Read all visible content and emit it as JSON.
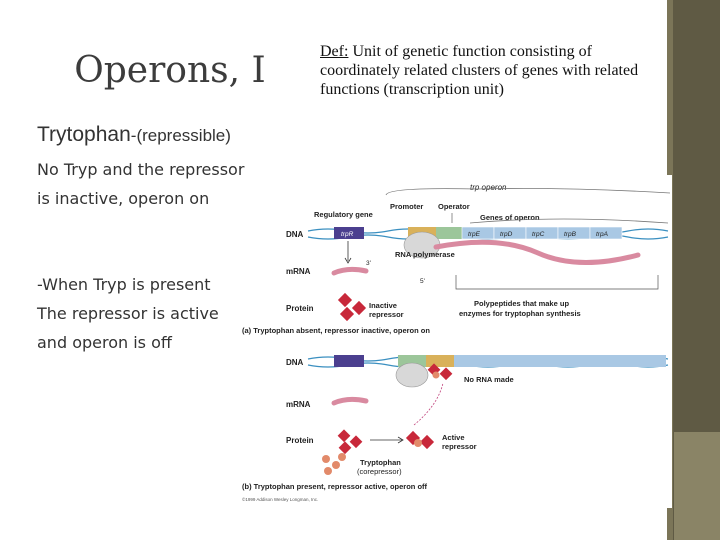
{
  "slide": {
    "title": "Operons, I",
    "definition": {
      "term": "Def:",
      "text": " Unit of genetic function consisting of coordinately related clusters of genes with related functions (transcription unit)"
    },
    "subtitle_main": "Trytophan",
    "subtitle_suffix": "-(repressible)",
    "notes": [
      "No Tryp and the repressor",
      "is inactive, operon on",
      "-When Tryp is present",
      "The repressor is active",
      "and operon is off"
    ]
  },
  "figure": {
    "header": "trp operon",
    "promoter": "Promoter",
    "operator": "Operator",
    "regulatory_gene": "Regulatory gene",
    "genes_of_operon": "Genes of operon",
    "dna": "DNA",
    "genes": [
      "trpR",
      "trpE",
      "trpD",
      "trpC",
      "trpB",
      "trpA"
    ],
    "three_prime": "3'",
    "five_prime": "5'",
    "rna_polymerase": "RNA polymerase",
    "mrna": "mRNA",
    "protein": "Protein",
    "inactive_repressor_1": "Inactive",
    "inactive_repressor_2": "repressor",
    "polypeptides_1": "Polypeptides that make up",
    "polypeptides_2": "enzymes for tryptophan synthesis",
    "caption_a": "(a) Tryptophan absent, repressor inactive, operon on",
    "no_rna_made": "No RNA made",
    "active_repressor_1": "Active",
    "active_repressor_2": "repressor",
    "tryptophan_1": "Tryptophan",
    "tryptophan_2": "(corepressor)",
    "caption_b": "(b) Tryptophan present, repressor active, operon off",
    "copyright": "©1999 Addison Wesley Longman, Inc.",
    "colors": {
      "regulatory": "#4b3f8f",
      "promoter": "#d9b15a",
      "operator": "#9cc69a",
      "gene_box": "#a9c8e4",
      "repressor": "#c8283a",
      "mrna": "#d98aa0",
      "tryptophan": "#e28a6a",
      "dna_line": "#3a8fc0",
      "polymerase": "#d8d8d8"
    }
  }
}
